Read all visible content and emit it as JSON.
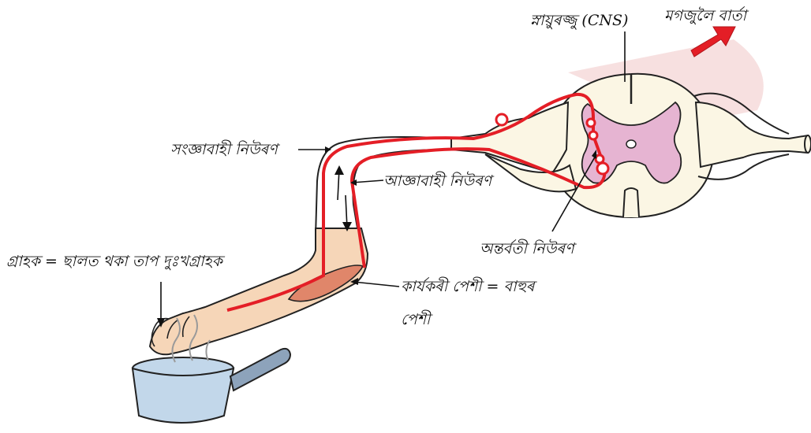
{
  "labels": {
    "spinal_cord": "স্নায়ুৰজ্জু (CNS)",
    "message_to_brain": "মগজুলৈ বাৰ্তা",
    "sensory_neuron": "সংজ্ঞাবাহী নিউৰণ",
    "motor_neuron": "আজ্ঞাবাহী নিউৰণ",
    "interneuron": "অন্তৰ্বতী নিউৰণ",
    "receptor": "গ্ৰাহক = ছালত থকা তাপ দুঃখগ্ৰাহক",
    "effector_line1": "কাৰ্যকৰী পেশী = বাহুৰ",
    "effector_line2": "পেশী"
  },
  "colors": {
    "nerve": "#e41e26",
    "grey_matter": "#e6b4d2",
    "cord_fill": "#fbf6e4",
    "skin": "#f6d6b8",
    "muscle": "#e0866a",
    "pot": "#c2d7ea",
    "arrow": "#e41e26"
  }
}
